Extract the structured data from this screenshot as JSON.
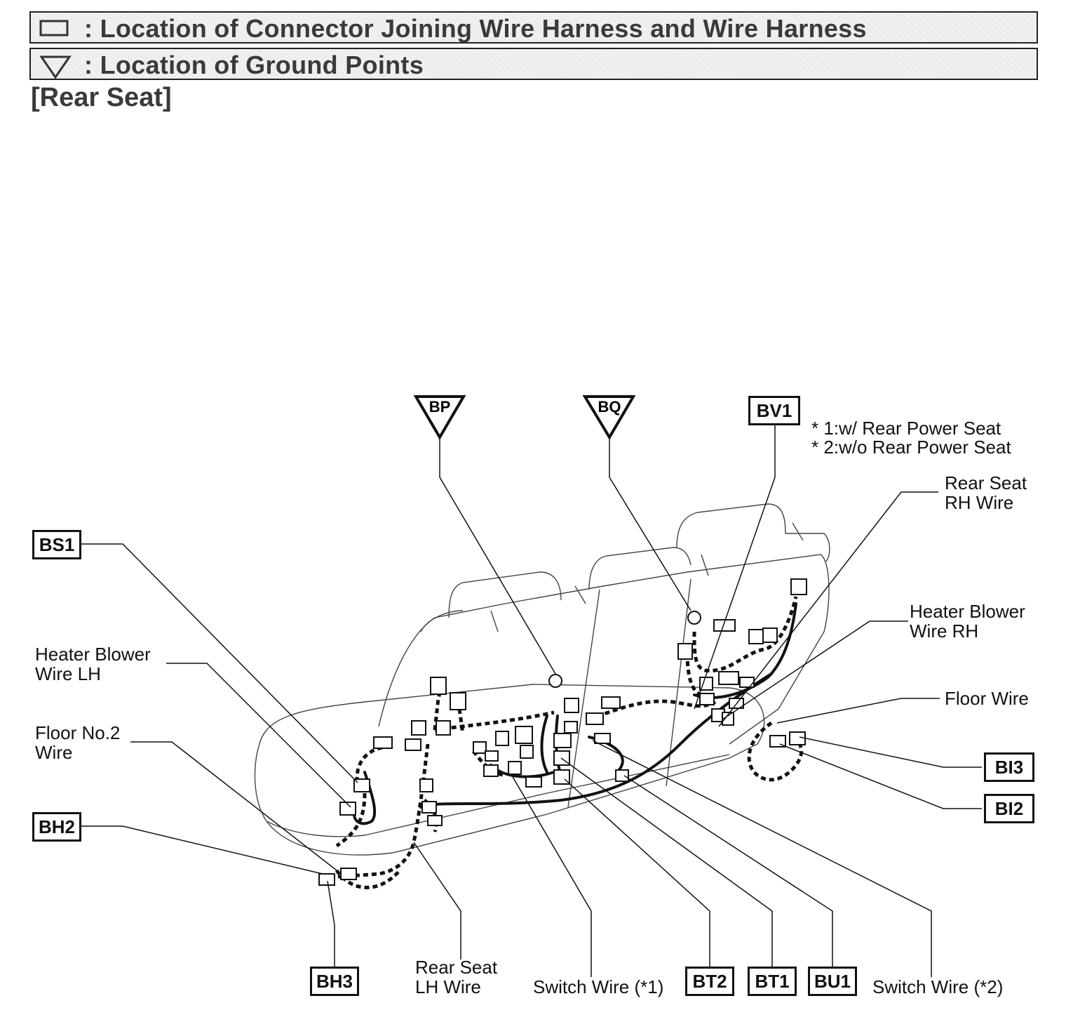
{
  "legend": {
    "connector_text": ": Location of Connector Joining Wire Harness and Wire Harness",
    "ground_text": ": Location of Ground Points"
  },
  "title": "[Rear Seat]",
  "notes": {
    "note1": "* 1:w/ Rear Power Seat",
    "note2": "* 2:w/o Rear Power Seat"
  },
  "ground_points": {
    "bp": "BP",
    "bq": "BQ"
  },
  "connectors": {
    "bv1": "BV1",
    "bs1": "BS1",
    "bh2": "BH2",
    "bh3": "BH3",
    "bt2": "BT2",
    "bt1": "BT1",
    "bu1": "BU1",
    "bi3": "BI3",
    "bi2": "BI2"
  },
  "wires": {
    "heater_blower_lh_1": "Heater Blower",
    "heater_blower_lh_2": "Wire LH",
    "floor_no2_1": "Floor No.2",
    "floor_no2_2": "Wire",
    "rear_seat_rh_1": "Rear Seat",
    "rear_seat_rh_2": "RH Wire",
    "heater_blower_rh_1": "Heater Blower",
    "heater_blower_rh_2": "Wire RH",
    "floor_wire": "Floor Wire",
    "rear_seat_lh_1": "Rear Seat",
    "rear_seat_lh_2": "LH Wire",
    "switch_wire_1": "Switch Wire (*1)",
    "switch_wire_2": "Switch Wire (*2)"
  }
}
